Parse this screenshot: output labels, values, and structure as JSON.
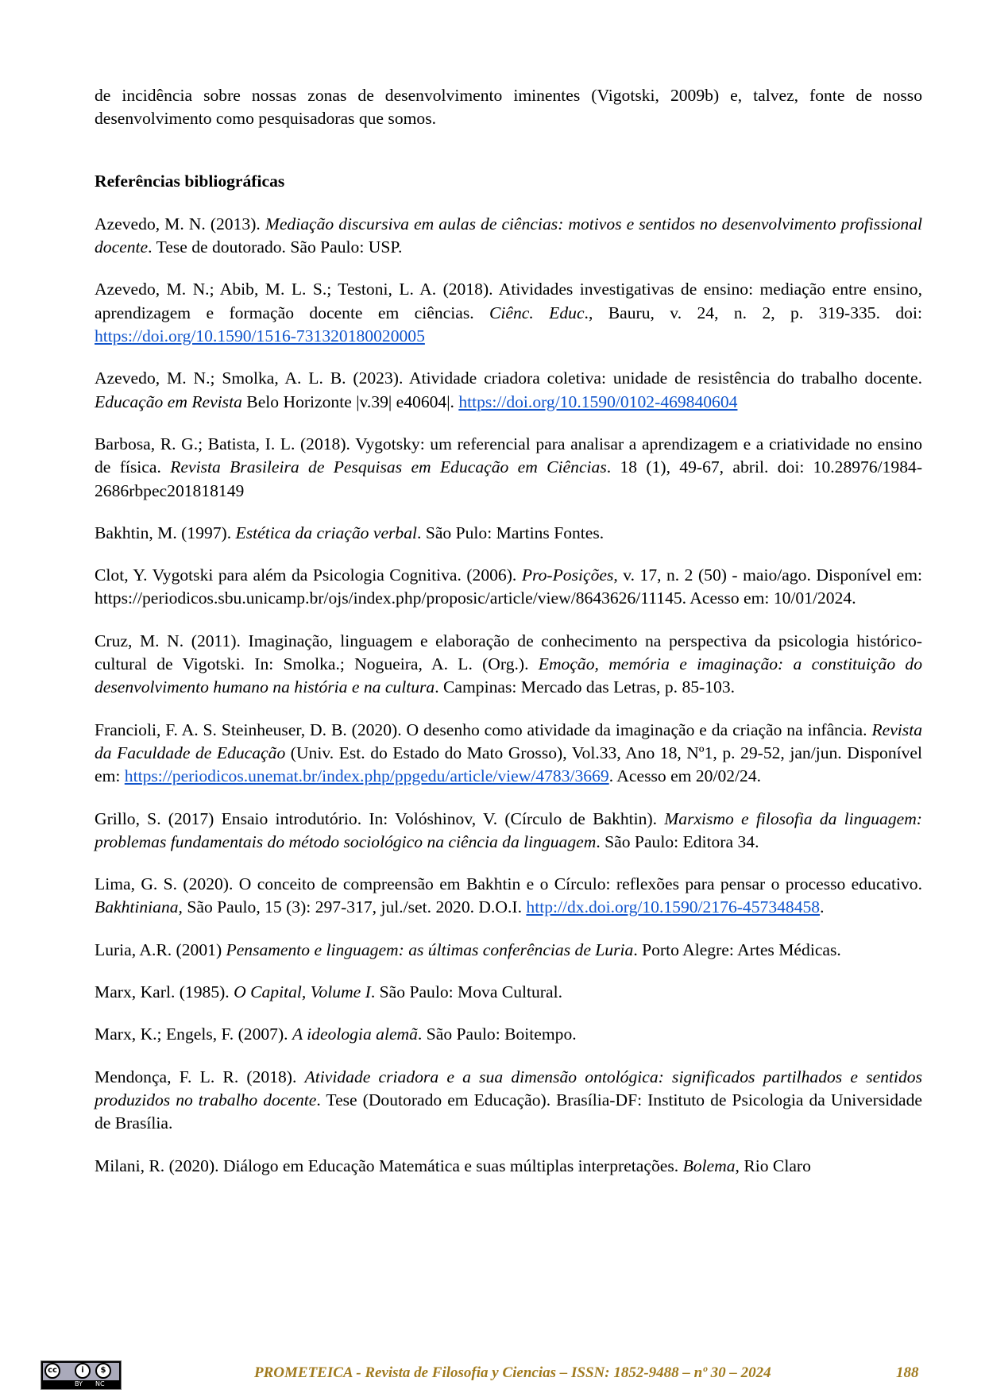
{
  "intro": "de incidência sobre nossas zonas de desenvolvimento iminentes (Vigotski, 2009b) e, talvez, fonte de nosso desenvolvimento como pesquisadoras que somos.",
  "heading": "Referências bibliográficas",
  "references": [
    [
      {
        "t": "Azevedo, M. N. (2013). "
      },
      {
        "t": "Mediação discursiva em aulas de ciências: motivos e sentidos no desenvolvimento profissional docente",
        "s": "i"
      },
      {
        "t": ". Tese de doutorado. São Paulo: USP."
      }
    ],
    [
      {
        "t": "Azevedo, M. N.; Abib, M. L. S.; Testoni, L. A. (2018). Atividades investigativas de ensino: mediação entre ensino, aprendizagem e formação docente em ciências.  "
      },
      {
        "t": "Ciênc. Educ",
        "s": "i"
      },
      {
        "t": "., Bauru, v. 24, n. 2, p. 319-335. doi: "
      },
      {
        "t": "https://doi.org/10.1590/1516-731320180020005",
        "s": "a"
      }
    ],
    [
      {
        "t": "Azevedo, M. N.; Smolka, A. L. B. (2023). Atividade criadora coletiva: unidade de resistência do trabalho docente.  "
      },
      {
        "t": "Educação em Revista",
        "s": "i"
      },
      {
        "t": " Belo Horizonte |v.39| e40604|. "
      },
      {
        "t": "https://doi.org/10.1590/0102-469840604",
        "s": "a"
      }
    ],
    [
      {
        "t": "Barbosa, R. G.; Batista, I. L. (2018). Vygotsky: um referencial para analisar a aprendizagem e a criatividade no ensino de física. "
      },
      {
        "t": "Revista Brasileira de Pesquisas em Educação em Ciências",
        "s": "i"
      },
      {
        "t": ". 18 (1), 49-67, abril. doi: 10.28976/1984-2686rbpec201818149"
      }
    ],
    [
      {
        "t": "Bakhtin, M. (1997). "
      },
      {
        "t": "Estética da criação verbal",
        "s": "i"
      },
      {
        "t": ". São Pulo: Martins Fontes."
      }
    ],
    [
      {
        "t": "Clot, Y. Vygotski para além da Psicologia Cognitiva. (2006). "
      },
      {
        "t": "Pro-Posições",
        "s": "i"
      },
      {
        "t": ", v. 17, n. 2 (50) - maio/ago. Disponível em: https://periodicos.sbu.unicamp.br/ojs/index.php/proposic/article/view/8643626/11145. Acesso em: 10/01/2024."
      }
    ],
    [
      {
        "t": "Cruz, M. N. (2011). Imaginação, linguagem e elaboração de conhecimento na perspectiva da psicologia histórico-cultural de Vigotski. In: Smolka.; Nogueira, A. L. (Org.). "
      },
      {
        "t": "Emoção, memória e imaginação: a constituição do desenvolvimento humano na história e na cultura",
        "s": "i"
      },
      {
        "t": ". Campinas: Mercado das Letras, p. 85-103."
      }
    ],
    [
      {
        "t": "Francioli, F. A. S.  Steinheuser, D. B. (2020). O desenho como atividade da imaginação e da criação na infância. "
      },
      {
        "t": "Revista da Faculdade de Educação",
        "s": "i"
      },
      {
        "t": " (Univ. Est. do Estado do Mato Grosso), Vol.33, Ano 18, Nº1, p. 29-52, jan/jun. Disponível em: "
      },
      {
        "t": "https://periodicos.unemat.br/index.php/ppgedu/article/view/4783/3669",
        "s": "a"
      },
      {
        "t": ". Acesso em 20/02/24."
      }
    ],
    [
      {
        "t": "Grillo, S. (2017) Ensaio introdutório. In: Volóshinov, V. (Círculo de Bakhtin). "
      },
      {
        "t": "Marxismo e filosofia da linguagem: problemas fundamentais do método sociológico na ciência da linguagem",
        "s": "i"
      },
      {
        "t": ". São Paulo: Editora 34."
      }
    ],
    [
      {
        "t": "Lima, G. S. (2020). O conceito de compreensão em Bakhtin e o Círculo: reflexões para pensar o processo educativo. "
      },
      {
        "t": "Bakhtiniana,",
        "s": "i"
      },
      {
        "t": " São Paulo, 15 (3): 297-317, jul./set. 2020. D.O.I. "
      },
      {
        "t": "http://dx.doi.org/10.1590/2176-457348458",
        "s": "a"
      },
      {
        "t": "."
      }
    ],
    [
      {
        "t": "Luria, A.R. (2001) "
      },
      {
        "t": "Pensamento e linguagem: as últimas conferências de Luria",
        "s": "i"
      },
      {
        "t": ".  Porto Alegre: Artes Médicas."
      }
    ],
    [
      {
        "t": "Marx, Karl. (1985). "
      },
      {
        "t": "O Capital, Volume I",
        "s": "i"
      },
      {
        "t": ". São Paulo: Mova Cultural."
      }
    ],
    [
      {
        "t": "Marx, K.; Engels, F. (2007). "
      },
      {
        "t": "A ideologia alemã",
        "s": "i"
      },
      {
        "t": ". São Paulo: Boitempo."
      }
    ],
    [
      {
        "t": "Mendonça, F. L. R. (2018). "
      },
      {
        "t": "Atividade criadora e a sua dimensão ontológica: significados partilhados e sentidos produzidos no trabalho docente",
        "s": "i"
      },
      {
        "t": ". Tese (Doutorado em Educação). Brasília-DF: Instituto de Psicologia da Universidade de Brasília."
      }
    ],
    [
      {
        "t": "Milani, R. (2020). Diálogo em Educação Matemática e suas múltiplas interpretações.  "
      },
      {
        "t": "Bolema",
        "s": "i"
      },
      {
        "t": ", Rio Claro"
      }
    ]
  ],
  "footer": {
    "license_logo": "cc BY NC",
    "journal": "PROMETEICA - Revista de Filosofia y Ciencias – ISSN: 1852-9488 – nº 30 – 2024",
    "page_number": "188",
    "accent_color": "#a07a1e"
  }
}
